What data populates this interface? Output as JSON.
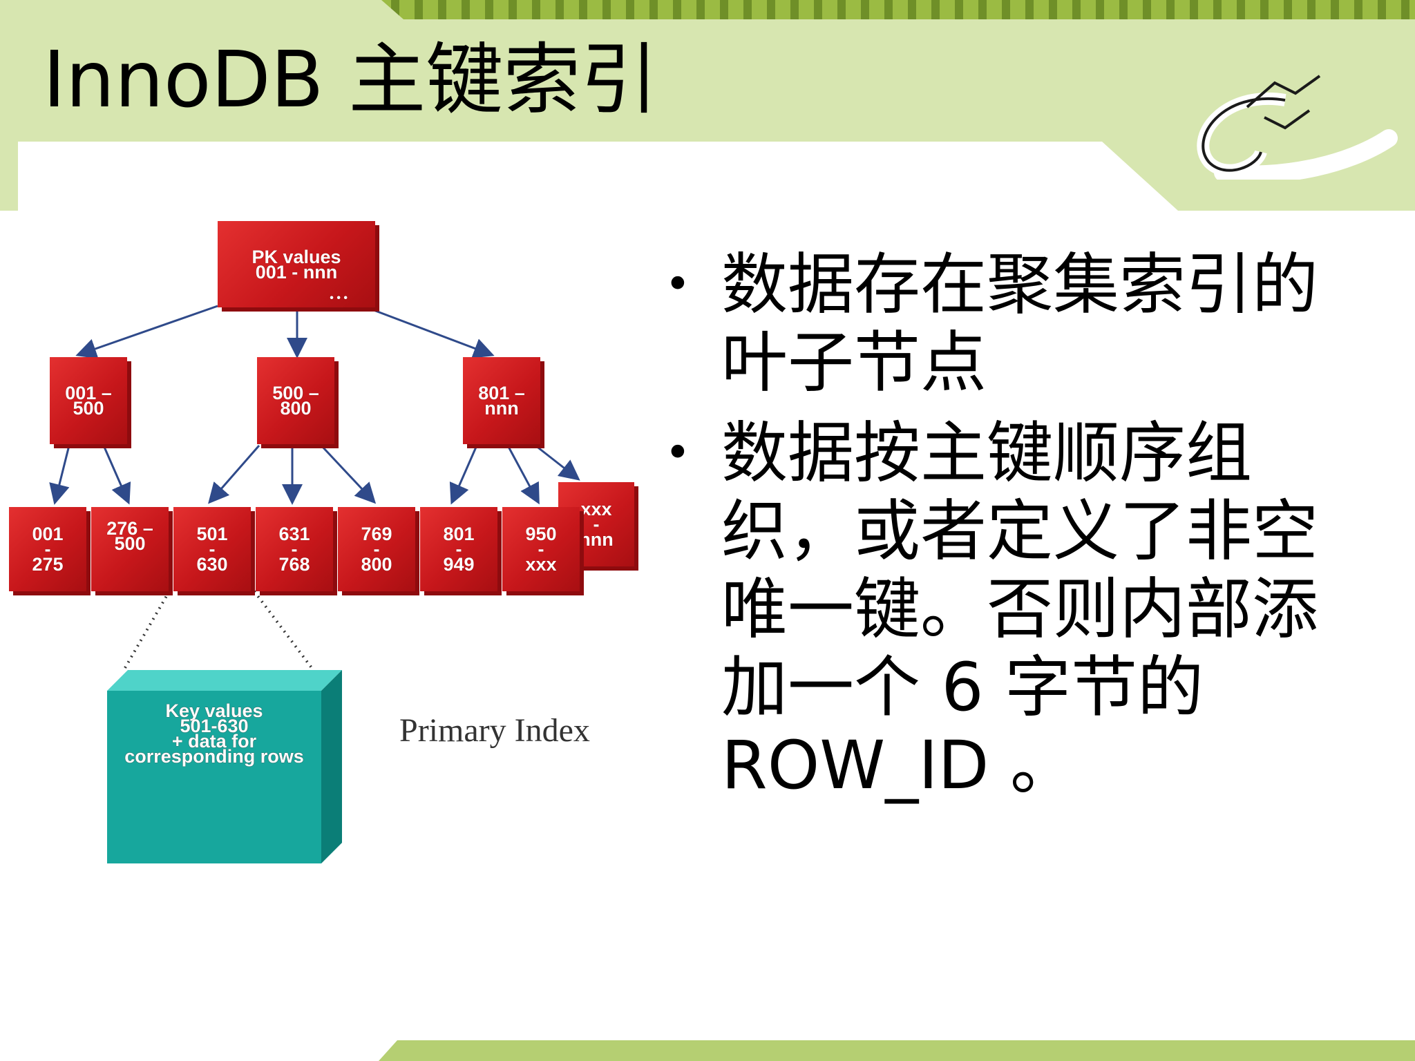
{
  "slide": {
    "title": "InnoDB 主键索引",
    "bullets": [
      "数据存在聚集索引的叶子节点",
      "数据按主键顺序组织，或者定义了非空唯一键。否则内部添加一个 6 字节的 ROW_ID 。"
    ],
    "bullet_symbol": "•"
  },
  "diagram": {
    "root": {
      "line1": "PK values",
      "line2": "001 - nnn",
      "ellipsis": "• • •"
    },
    "level2": [
      {
        "line1": "001 –",
        "line2": "500"
      },
      {
        "line1": "500 –",
        "line2": "800"
      },
      {
        "line1": "801 –",
        "line2": "nnn"
      }
    ],
    "leaves": [
      {
        "top": "001",
        "mid": "-",
        "bot": "275"
      },
      {
        "top": "276 –",
        "mid": "",
        "bot": "500"
      },
      {
        "top": "501",
        "mid": "-",
        "bot": "630"
      },
      {
        "top": "631",
        "mid": "-",
        "bot": "768"
      },
      {
        "top": "769",
        "mid": "-",
        "bot": "800"
      },
      {
        "top": "801",
        "mid": "-",
        "bot": "949"
      },
      {
        "top": "950",
        "mid": "-",
        "bot": "xxx"
      }
    ],
    "back_leaf": {
      "top": "xxx",
      "mid": "-",
      "bot": "nnn"
    },
    "data_box": {
      "line1": "Key values",
      "line2": "501-630",
      "line3": "+ data for",
      "line4": "corresponding rows"
    },
    "caption": "Primary Index"
  },
  "colors": {
    "header_green": "#d7e6b0",
    "stripe_green": "#9bbb43",
    "stripe_dark": "#6f8f28",
    "bottom_bar": "#b5cf72",
    "node_red": "#cc1a1e",
    "node_teal": "#16a69c",
    "arrow_blue": "#2f4a8a"
  },
  "icons": {
    "logo": "alibaba-logo-icon"
  }
}
